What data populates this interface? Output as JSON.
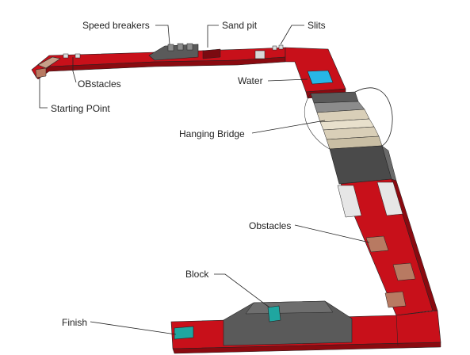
{
  "labels": {
    "speed_breakers": "Speed breakers",
    "sand_pit": "Sand pit",
    "slits": "Slits",
    "obstacles_top": "OBstacles",
    "starting_point": "Starting POint",
    "water": "Water",
    "hanging_bridge": "Hanging Bridge",
    "obstacles_right": "Obstacles",
    "block": "Block",
    "finish": "Finish"
  },
  "colors": {
    "track": "#c8101a",
    "track_dark": "#8a0a10",
    "concrete": "#5a5a5a",
    "concrete_light": "#8c8c8c",
    "water": "#27b6e6",
    "block": "#1fa6a0",
    "plank": "#d9cfb8",
    "obstacle": "#b87a62"
  }
}
